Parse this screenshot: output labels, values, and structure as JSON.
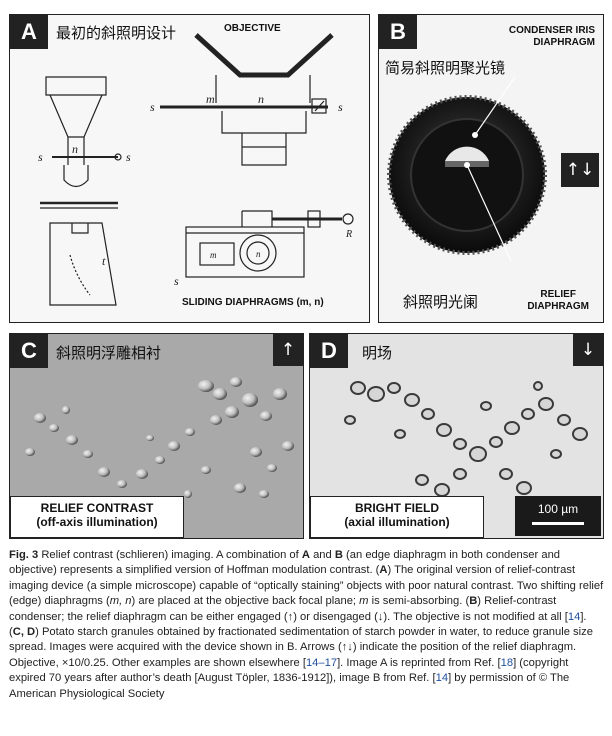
{
  "panels": {
    "a": {
      "letter": "A",
      "cn_title": "最初的斜照明设计",
      "objective_label": "OBJECTIVE",
      "sliding_label": "SLIDING DIAPHRAGMS (m, n)",
      "glyphs": {
        "s": "s",
        "n": "n",
        "m": "m",
        "t": "t",
        "r": "R"
      }
    },
    "b": {
      "letter": "B",
      "condenser_label_1": "CONDENSER IRIS",
      "condenser_label_2": "DIAPHRAGM",
      "cn_top": "简易斜照明聚光镜",
      "arrows": "↑↓",
      "cn_bottom": "斜照明光阑",
      "relief_label_1": "RELIEF",
      "relief_label_2": "DIAPHRAGM"
    },
    "c": {
      "letter": "C",
      "cn_title": "斜照明浮雕相衬",
      "arrow": "↑",
      "caption_line1": "RELIEF CONTRAST",
      "caption_line2": "(off-axis illumination)"
    },
    "d": {
      "letter": "D",
      "cn_title": "明场",
      "arrow": "↓",
      "caption_line1": "BRIGHT FIELD",
      "caption_line2": "(axial illumination)",
      "scalebar": "100 µm"
    }
  },
  "caption": {
    "fig": "Fig. 3",
    "title": "Relief contrast (schlieren) imaging. A combination of ",
    "p1": "A",
    "p2": " and ",
    "p3": "B",
    "p4": " (an edge diaphragm in both condenser and objective) represents a simplified version of Hoffman modulation contrast. (",
    "p5": "A",
    "p6": ") The original version of relief-contrast imaging device (a simple microscope) capable of “optically staining” objects with poor natural contrast. Two shifting relief (edge) diaphragms (",
    "p7": "m, n",
    "p8": ") are placed at the objective back focal plane; ",
    "p9": "m",
    "p10": " is semi-absorbing. (",
    "p11": "B",
    "p12": ") Relief-contrast condenser; the relief diaphragm can be either engaged (↑) or disengaged (↓). The objective is not modified at all [",
    "r1": "14",
    "p13": "]. (",
    "p14": "C, D",
    "p15": ") Potato starch granules obtained by fractionated sedimentation of starch powder in water, to reduce granule size spread. Images were acquired with the device shown in B. Arrows (↑↓) indicate the position of the relief diaphragm. Objective, ×10/0.25. Other examples are shown elsewhere [",
    "r2": "14–17",
    "p16": "]. Image A is reprinted from Ref. [",
    "r3": "18",
    "p17": "] (copyright expired 70 years after author’s death [August Töpler, 1836-1912]), image B from Ref. [",
    "r4": "14",
    "p18": "] by permission of © The American Physiological Society"
  }
}
